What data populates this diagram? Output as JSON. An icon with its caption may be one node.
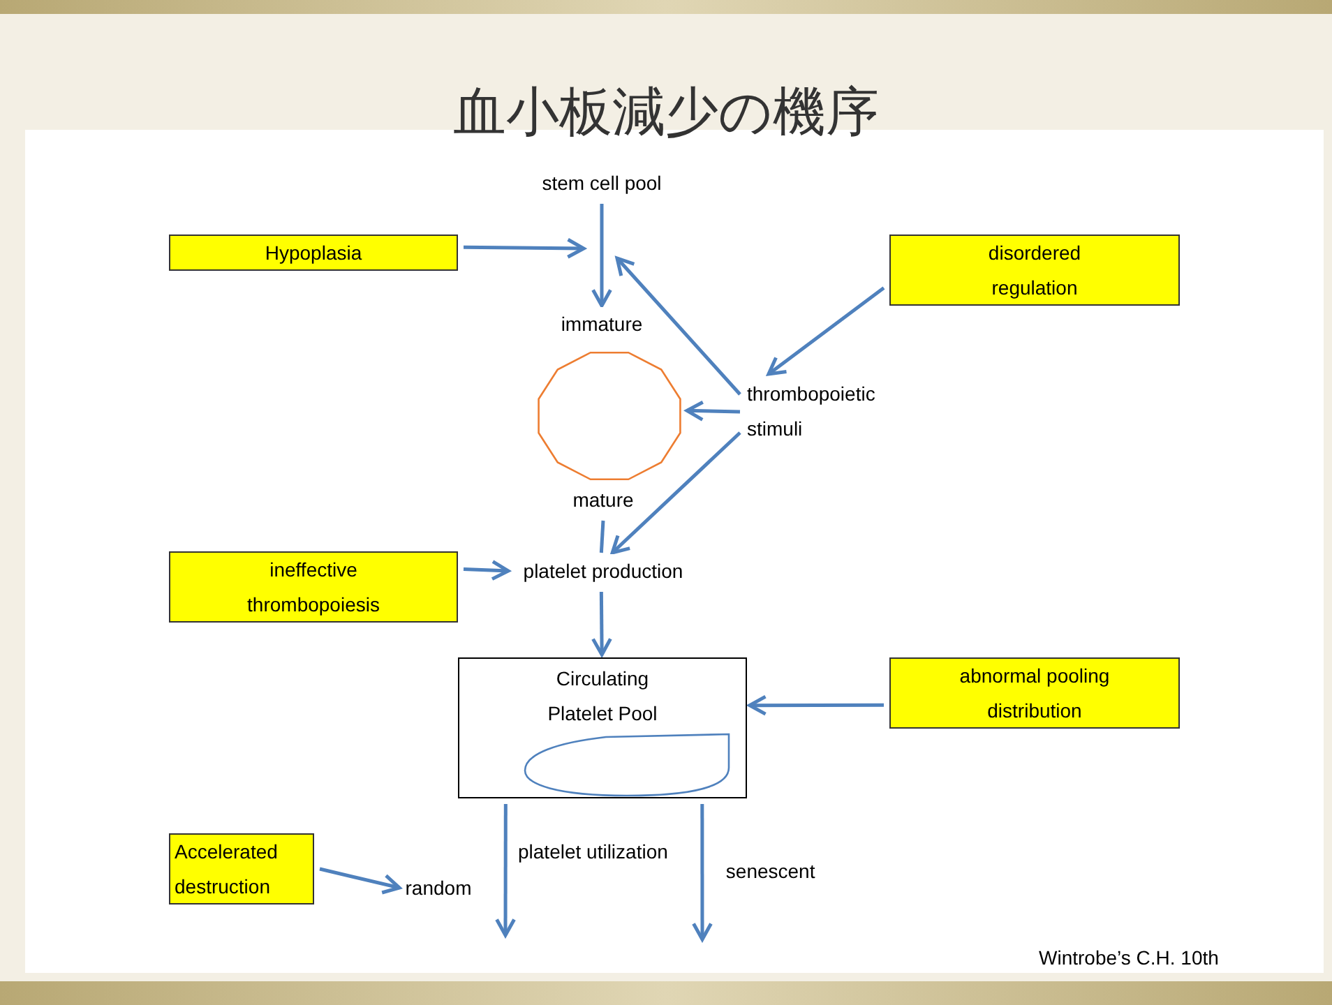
{
  "diagram": {
    "title": "血小板減少の機序",
    "nodes": [
      {
        "text": [
          "stem cell pool"
        ]
      },
      {
        "text": [
          "Hypoplasia"
        ]
      },
      {
        "text": [
          "disordered regulation"
        ]
      },
      {
        "text": [
          "immature"
        ]
      },
      {
        "text": [],
        "shape": "polygon"
      },
      {
        "text": [
          "thrombopoietic stimuli"
        ]
      },
      {
        "text": [
          "mature"
        ]
      },
      {
        "text": [
          "ineffective thrombopoiesis"
        ]
      },
      {
        "text": [
          "platelet production"
        ]
      },
      {
        "text": [
          "Circulating Platelet Pool"
        ]
      },
      {
        "text": [
          "abnormal pooling distribution"
        ]
      },
      {
        "text": [
          "Accelerated destruction"
        ]
      },
      {
        "text": [
          "random"
        ]
      }
    ],
    "edges": [
      {
        "from": 0,
        "to": 3,
        "arrow": "to"
      },
      {
        "from": 1,
        "to": null,
        "arrow": "to"
      },
      {
        "from": 5,
        "to": null,
        "arrow": "to"
      },
      {
        "from": 2,
        "to": 5,
        "arrow": "to"
      },
      {
        "from": 5,
        "to": 4,
        "arrow": "to"
      },
      {
        "from": 5,
        "to": 8,
        "arrow": "to"
      },
      {
        "from": 6,
        "to": 8,
        "arrow": "none"
      },
      {
        "from": 8,
        "to": 9,
        "arrow": "to"
      },
      {
        "from": 7,
        "to": 8,
        "arrow": "to"
      },
      {
        "from": 10,
        "to": 9,
        "arrow": "to"
      },
      {
        "from": 9,
        "to": null,
        "arrow": "to"
      },
      {
        "from": 9,
        "to": null,
        "arrow": "to",
        "label": "senescent"
      },
      {
        "from": 11,
        "to": 12,
        "arrow": "to"
      }
    ],
    "labels": [
      "platelet utilization",
      "Wintrobe’s C.H. 10th"
    ]
  }
}
